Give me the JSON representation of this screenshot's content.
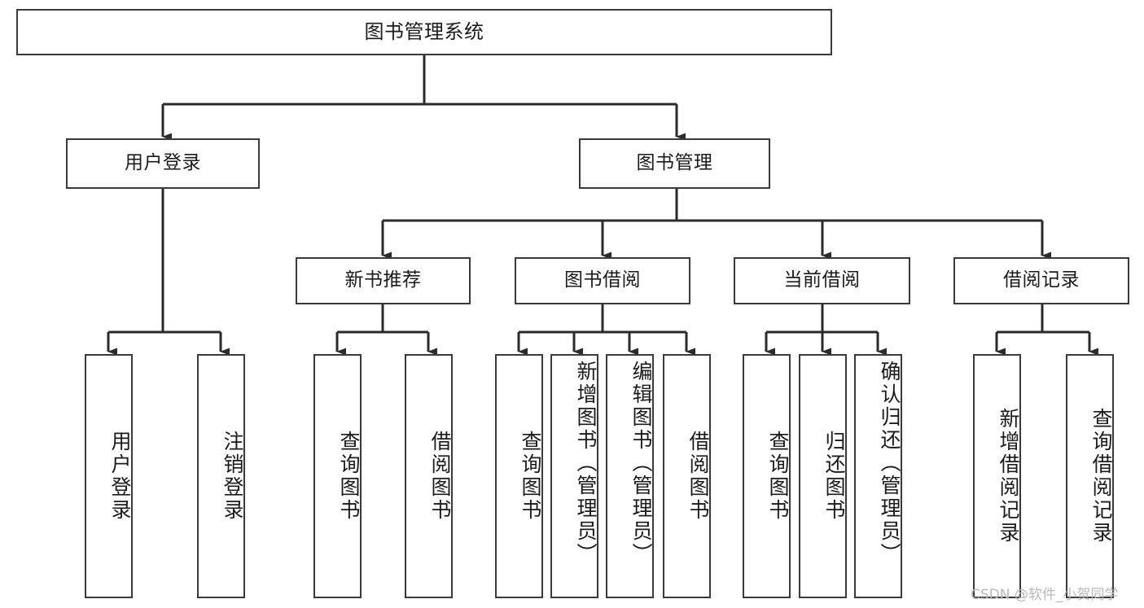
{
  "diagram": {
    "type": "tree",
    "title": "图书管理系统",
    "orientation": "top-down",
    "colors": {
      "box_border": "#3a3a3a",
      "box_fill": "#ffffff",
      "connector": "#2b2b2b",
      "text": "#1b1b1b",
      "watermark": "#b9b9b9",
      "background": "#ffffff"
    },
    "levels": {
      "level1": [
        "图书管理系统"
      ],
      "level2": [
        "用户登录",
        "图书管理"
      ],
      "level3": [
        "新书推荐",
        "图书借阅",
        "当前借阅",
        "借阅记录"
      ],
      "level4": [
        "用户登录",
        "注销登录",
        "查询图书",
        "借阅图书",
        "查询图书",
        "新增图书（管理员）",
        "编辑图书（管理员）",
        "借阅图书",
        "查询图书",
        "归还图书",
        "确认归还（管理员）",
        "新增借阅记录",
        "查询借阅记录"
      ]
    },
    "nodes": {
      "root": {
        "label": "图书管理系统"
      },
      "user_login": {
        "label": "用户登录"
      },
      "book_manage": {
        "label": "图书管理"
      },
      "new_book_rec": {
        "label": "新书推荐"
      },
      "book_borrow": {
        "label": "图书借阅"
      },
      "current_borrow": {
        "label": "当前借阅"
      },
      "borrow_record": {
        "label": "借阅记录"
      },
      "leaf_user_login": {
        "label": "用户登录"
      },
      "leaf_logout": {
        "label": "注销登录"
      },
      "leaf_query_book_a": {
        "label": "查询图书"
      },
      "leaf_borrow_book_a": {
        "label": "借阅图书"
      },
      "leaf_query_book_b": {
        "label": "查询图书"
      },
      "leaf_add_book": {
        "label": "新增图书（管理员）"
      },
      "leaf_edit_book": {
        "label": "编辑图书（管理员）"
      },
      "leaf_borrow_book_b": {
        "label": "借阅图书"
      },
      "leaf_query_book_c": {
        "label": "查询图书"
      },
      "leaf_return_book": {
        "label": "归还图书"
      },
      "leaf_confirm_return": {
        "label": "确认归还（管理员）"
      },
      "leaf_add_record": {
        "label": "新增借阅记录"
      },
      "leaf_query_record": {
        "label": "查询借阅记录"
      }
    },
    "edges": [
      {
        "from": "root",
        "to": "user_login"
      },
      {
        "from": "root",
        "to": "book_manage"
      },
      {
        "from": "user_login",
        "to": "leaf_user_login"
      },
      {
        "from": "user_login",
        "to": "leaf_logout"
      },
      {
        "from": "book_manage",
        "to": "new_book_rec"
      },
      {
        "from": "book_manage",
        "to": "book_borrow"
      },
      {
        "from": "book_manage",
        "to": "current_borrow"
      },
      {
        "from": "book_manage",
        "to": "borrow_record"
      },
      {
        "from": "new_book_rec",
        "to": "leaf_query_book_a"
      },
      {
        "from": "new_book_rec",
        "to": "leaf_borrow_book_a"
      },
      {
        "from": "book_borrow",
        "to": "leaf_query_book_b"
      },
      {
        "from": "book_borrow",
        "to": "leaf_add_book"
      },
      {
        "from": "book_borrow",
        "to": "leaf_edit_book"
      },
      {
        "from": "book_borrow",
        "to": "leaf_borrow_book_b"
      },
      {
        "from": "current_borrow",
        "to": "leaf_query_book_c"
      },
      {
        "from": "current_borrow",
        "to": "leaf_return_book"
      },
      {
        "from": "current_borrow",
        "to": "leaf_confirm_return"
      },
      {
        "from": "borrow_record",
        "to": "leaf_add_record"
      },
      {
        "from": "borrow_record",
        "to": "leaf_query_record"
      }
    ]
  },
  "watermark": {
    "text": "CSDN @软件_小贺同学"
  }
}
